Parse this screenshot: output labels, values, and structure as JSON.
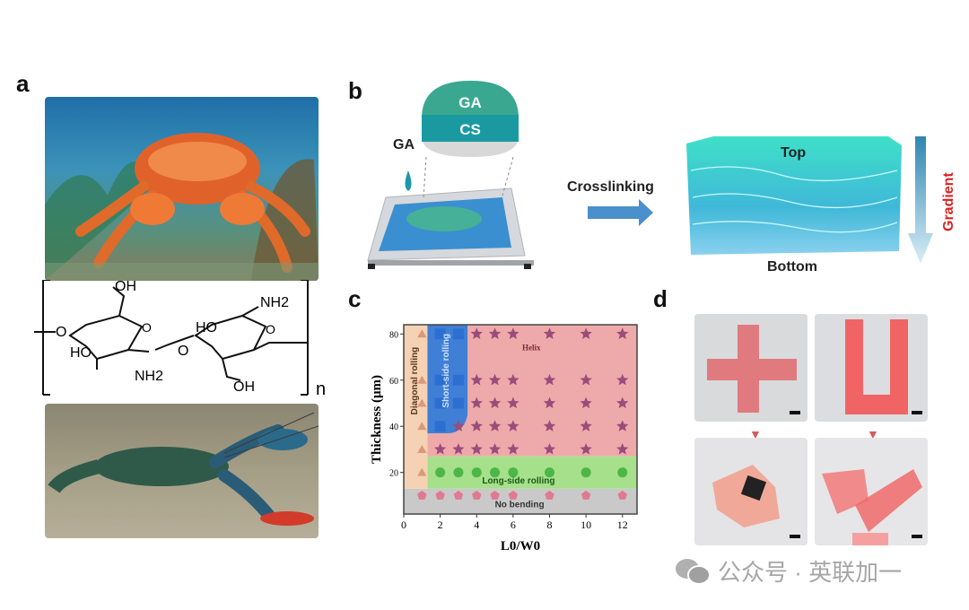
{
  "panels": {
    "a": "a",
    "b": "b",
    "c": "c",
    "d": "d"
  },
  "panel_a": {
    "structure": {
      "oh_top": "OH",
      "nh2_top": "NH2",
      "ho_left": "HO",
      "nh2_bottom": "NH2",
      "o_link": "O",
      "ho_mid": "HO",
      "oh_bottom": "OH",
      "o_left": "O",
      "o_ring1": "O",
      "o_ring2": "O",
      "repeat": "n"
    }
  },
  "panel_b": {
    "ga_layer": "GA",
    "cs_layer": "CS",
    "ga_drop": "GA",
    "arrow_label": "Crosslinking",
    "top": "Top",
    "bottom": "Bottom",
    "gradient": "Gradient"
  },
  "chart_data": {
    "type": "scatter",
    "xlabel": "L0/W0",
    "ylabel": "Thickness (μm)",
    "xlim": [
      0,
      12.8
    ],
    "ylim": [
      2,
      84
    ],
    "xticks": [
      0,
      2,
      4,
      6,
      8,
      10,
      12
    ],
    "yticks": [
      20,
      40,
      60,
      80
    ],
    "regions": [
      {
        "name": "No bending",
        "color": "#c9c9c9"
      },
      {
        "name": "Long-side rolling",
        "color": "#a6e08a"
      },
      {
        "name": "Diagonal rolling",
        "color": "#f6d2b4"
      },
      {
        "name": "Short-side rolling",
        "color": "#3f7fd6"
      },
      {
        "name": "Helix",
        "color": "#eeaaaa"
      }
    ],
    "series": [
      {
        "name": "Diagonal rolling",
        "marker": "triangle",
        "color": "#d99a7a",
        "points": [
          [
            1,
            80
          ],
          [
            1,
            60
          ],
          [
            1,
            50
          ],
          [
            1,
            40
          ],
          [
            1,
            30
          ],
          [
            1,
            20
          ]
        ]
      },
      {
        "name": "Short-side rolling",
        "marker": "square",
        "color": "#2c6fd0",
        "points": [
          [
            2,
            80
          ],
          [
            3,
            80
          ],
          [
            2,
            60
          ],
          [
            3,
            60
          ],
          [
            2,
            50
          ],
          [
            3,
            50
          ],
          [
            2,
            40
          ]
        ]
      },
      {
        "name": "Helix",
        "marker": "star",
        "color": "#9a4d7a",
        "points": [
          [
            4,
            80
          ],
          [
            5,
            80
          ],
          [
            6,
            80
          ],
          [
            8,
            80
          ],
          [
            10,
            80
          ],
          [
            12,
            80
          ],
          [
            4,
            60
          ],
          [
            5,
            60
          ],
          [
            6,
            60
          ],
          [
            8,
            60
          ],
          [
            10,
            60
          ],
          [
            12,
            60
          ],
          [
            4,
            50
          ],
          [
            5,
            50
          ],
          [
            6,
            50
          ],
          [
            8,
            50
          ],
          [
            10,
            50
          ],
          [
            12,
            50
          ],
          [
            3,
            40
          ],
          [
            4,
            40
          ],
          [
            5,
            40
          ],
          [
            6,
            40
          ],
          [
            8,
            40
          ],
          [
            10,
            40
          ],
          [
            12,
            40
          ],
          [
            2,
            30
          ],
          [
            3,
            30
          ],
          [
            4,
            30
          ],
          [
            5,
            30
          ],
          [
            6,
            30
          ],
          [
            8,
            30
          ],
          [
            10,
            30
          ],
          [
            12,
            30
          ]
        ]
      },
      {
        "name": "Long-side rolling",
        "marker": "circle",
        "color": "#4cb648",
        "points": [
          [
            2,
            20
          ],
          [
            3,
            20
          ],
          [
            4,
            20
          ],
          [
            5,
            20
          ],
          [
            6,
            20
          ],
          [
            8,
            20
          ],
          [
            10,
            20
          ],
          [
            12,
            20
          ]
        ]
      },
      {
        "name": "No bending",
        "marker": "pentagon",
        "color": "#e07a90",
        "points": [
          [
            1,
            10
          ],
          [
            2,
            10
          ],
          [
            3,
            10
          ],
          [
            4,
            10
          ],
          [
            5,
            10
          ],
          [
            6,
            10
          ],
          [
            8,
            10
          ],
          [
            10,
            10
          ],
          [
            12,
            10
          ]
        ]
      }
    ]
  },
  "watermark": "公众号 · 英联加一"
}
